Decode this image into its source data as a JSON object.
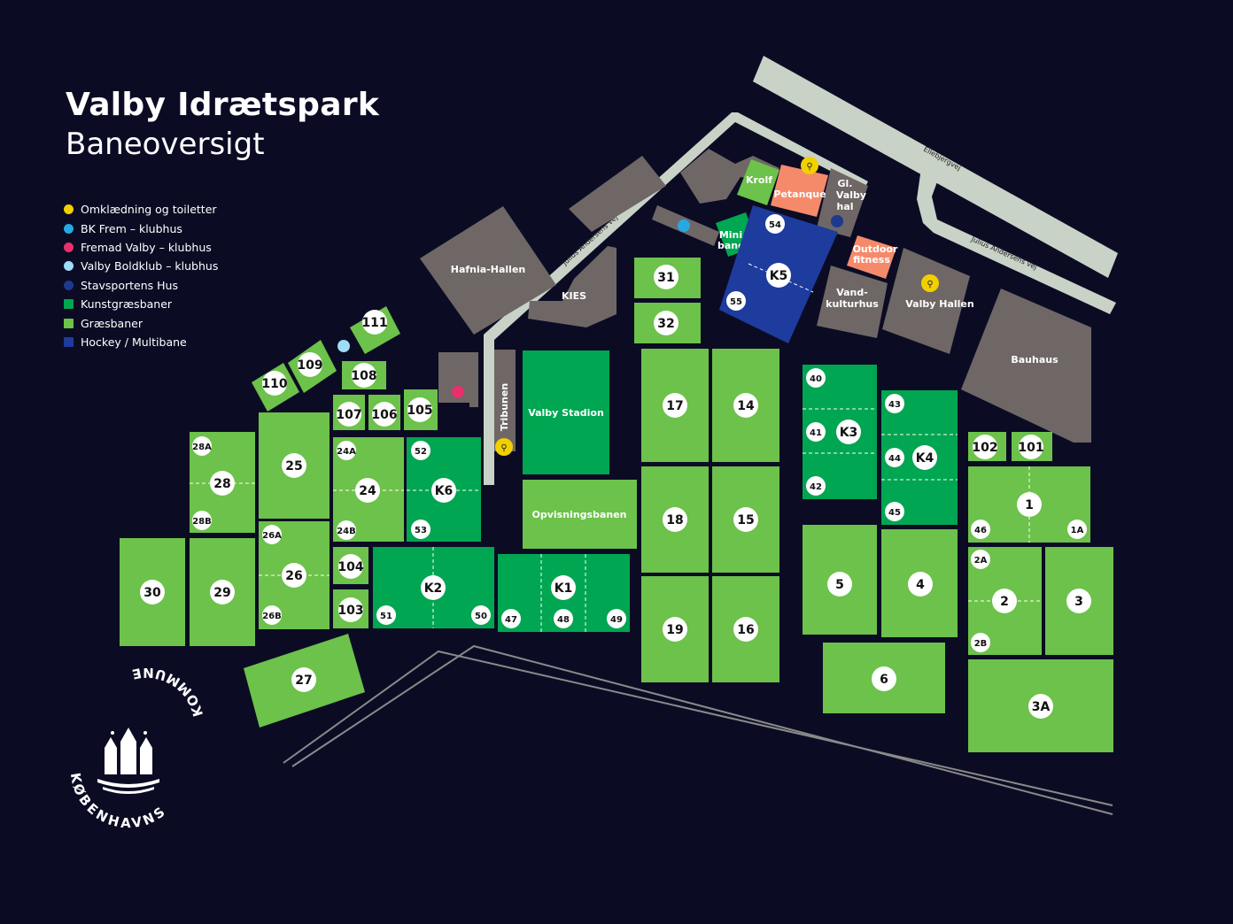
{
  "title": "Valby Idrætspark",
  "subtitle": "Baneoversigt",
  "colors": {
    "background": "#0b0c24",
    "kunstgraes": "#00a651",
    "graes": "#6cc24a",
    "hockey": "#1e3c9e",
    "building": "#6e6766",
    "road": "#c9d2c7",
    "orange": "#f58a6b",
    "toilet": "#f2d000",
    "bkfrem": "#28a8e0",
    "fremad": "#e8306c",
    "valbyboldklub": "#9fdcf5",
    "stavsport": "#1d3a8f"
  },
  "legend": [
    {
      "label": "Omklædning og toiletter",
      "color": "#f2d000",
      "shape": "dot"
    },
    {
      "label": "BK Frem – klubhus",
      "color": "#28a8e0",
      "shape": "dot"
    },
    {
      "label": "Fremad Valby – klubhus",
      "color": "#e8306c",
      "shape": "dot"
    },
    {
      "label": "Valby Boldklub – klubhus",
      "color": "#9fdcf5",
      "shape": "dot"
    },
    {
      "label": "Stavsportens Hus",
      "color": "#1d3a8f",
      "shape": "dot"
    },
    {
      "label": "Kunstgræsbaner",
      "color": "#00a651",
      "shape": "square"
    },
    {
      "label": "Græsbaner",
      "color": "#6cc24a",
      "shape": "square"
    },
    {
      "label": "Hockey / Multibane",
      "color": "#1e3c9e",
      "shape": "square"
    }
  ],
  "roads": {
    "ellebjergvej": "Ellebjergvej",
    "julius_upper": "Julius Andersens vej",
    "julius_right": "Julius Andersens vej"
  },
  "buildings": {
    "hafnia": "Hafnia-Hallen",
    "kies": "KIES",
    "tribunen": "Tribunen",
    "mini": [
      "Mini",
      "baner"
    ],
    "krolf": "Krolf",
    "petanque": "Petanque",
    "glvalby": [
      "Gl.",
      "Valby",
      "hal"
    ],
    "outdoor": [
      "Outdoor",
      "fitness"
    ],
    "vand": [
      "Vand-",
      "kulturhus"
    ],
    "valbyhallen": "Valby Hallen",
    "bauhaus": "Bauhaus",
    "stadion": "Valby Stadion",
    "opvisning": "Opvisningsbanen"
  },
  "pitches": {
    "p111": "111",
    "p110": "110",
    "p109": "109",
    "p108": "108",
    "p107": "107",
    "p106": "106",
    "p105": "105",
    "p25": "25",
    "p28": "28",
    "p28a": "28A",
    "p28b": "28B",
    "p24": "24",
    "p24a": "24A",
    "p24b": "24B",
    "k6": "K6",
    "p52": "52",
    "p53": "53",
    "p26": "26",
    "p26a": "26A",
    "p26b": "26B",
    "p30": "30",
    "p29": "29",
    "p104": "104",
    "p103": "103",
    "k2": "K2",
    "p51": "51",
    "p50": "50",
    "k1": "K1",
    "p47": "47",
    "p48": "48",
    "p49": "49",
    "p27": "27",
    "p31": "31",
    "p32": "32",
    "p17": "17",
    "p14": "14",
    "p18": "18",
    "p15": "15",
    "p19": "19",
    "p16": "16",
    "k5": "K5",
    "p54": "54",
    "p55": "55",
    "k3": "K3",
    "p40": "40",
    "p41": "41",
    "p42": "42",
    "k4": "K4",
    "p43": "43",
    "p44": "44",
    "p45": "45",
    "p102": "102",
    "p101": "101",
    "p1": "1",
    "p46": "46",
    "p1a": "1A",
    "p5": "5",
    "p4": "4",
    "p2": "2",
    "p2a": "2A",
    "p2b": "2B",
    "p3": "3",
    "p6": "6",
    "p3a": "3A"
  },
  "logo": {
    "text": "KØBENHAVNS KOMMUNE"
  }
}
